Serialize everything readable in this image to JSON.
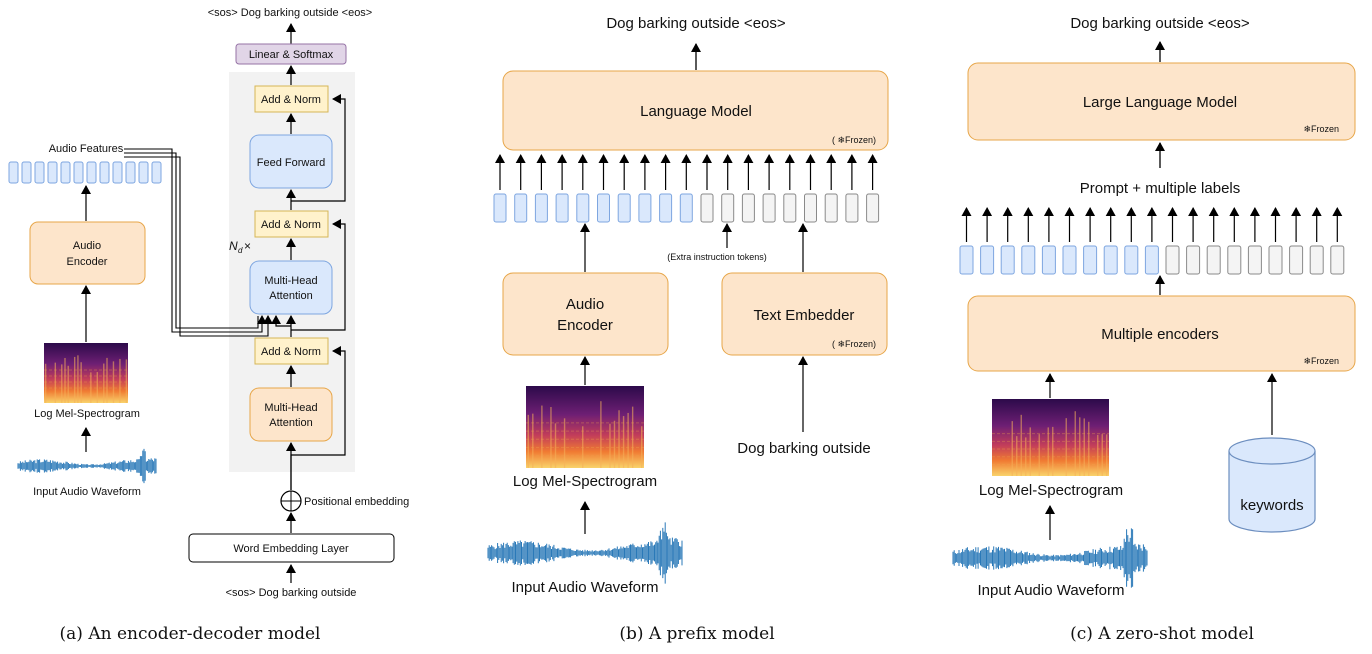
{
  "panel_a": {
    "caption": "(a) An encoder-decoder model",
    "output_text": "<sos> Dog barking outside <eos>",
    "linear_softmax": "Linear & Softmax",
    "add_norm_top": "Add & Norm",
    "feed_forward": "Feed Forward",
    "add_norm_mid": "Add & Norm",
    "nd_symbol": "N",
    "nd_sub": "d",
    "nd_times": "×",
    "mha_cross": [
      "Multi-Head",
      "Attention"
    ],
    "add_norm_bottom": "Add & Norm",
    "mha_self": [
      "Multi-Head",
      "Attention"
    ],
    "positional_embedding": "Positional embedding",
    "word_embedding": "Word Embedding Layer",
    "input_text": "<sos> Dog barking outside",
    "audio_features": "Audio Features",
    "audio_encoder": [
      "Audio",
      "Encoder"
    ],
    "log_mel": "Log Mel-Spectrogram",
    "input_waveform": "Input Audio Waveform"
  },
  "panel_b": {
    "caption": "(b) A prefix model",
    "output_text": "Dog barking outside <eos>",
    "language_model": "Language Model",
    "lm_frozen": "( ❄Frozen)",
    "extra_tokens": "(Extra instruction tokens)",
    "audio_encoder": [
      "Audio",
      "Encoder"
    ],
    "text_embedder": "Text Embedder",
    "te_frozen": "( ❄Frozen)",
    "log_mel": "Log Mel-Spectrogram",
    "text_input": "Dog barking outside",
    "input_waveform": "Input Audio Waveform"
  },
  "panel_c": {
    "caption": "(c) A zero-shot model",
    "output_text": "Dog barking outside <eos>",
    "llm": "Large Language Model",
    "llm_frozen": "❄Frozen",
    "prompt_labels": "Prompt + multiple labels",
    "multiple_encoders": "Multiple encoders",
    "enc_frozen": "❄Frozen",
    "log_mel": "Log Mel-Spectrogram",
    "keywords": "keywords",
    "input_waveform": "Input Audio Waveform"
  },
  "colors": {
    "orange_fill": "#fde5cb",
    "orange_stroke": "#e7a649",
    "blue_fill": "#dae8fc",
    "blue_stroke": "#7ea6e0",
    "yellow_fill": "#fff2cc",
    "yellow_stroke": "#d6b656",
    "purple_fill": "#e1d5e7",
    "purple_stroke": "#9673a6",
    "gray_block": "#f2f2f2",
    "waveform": "#2a79b8"
  }
}
